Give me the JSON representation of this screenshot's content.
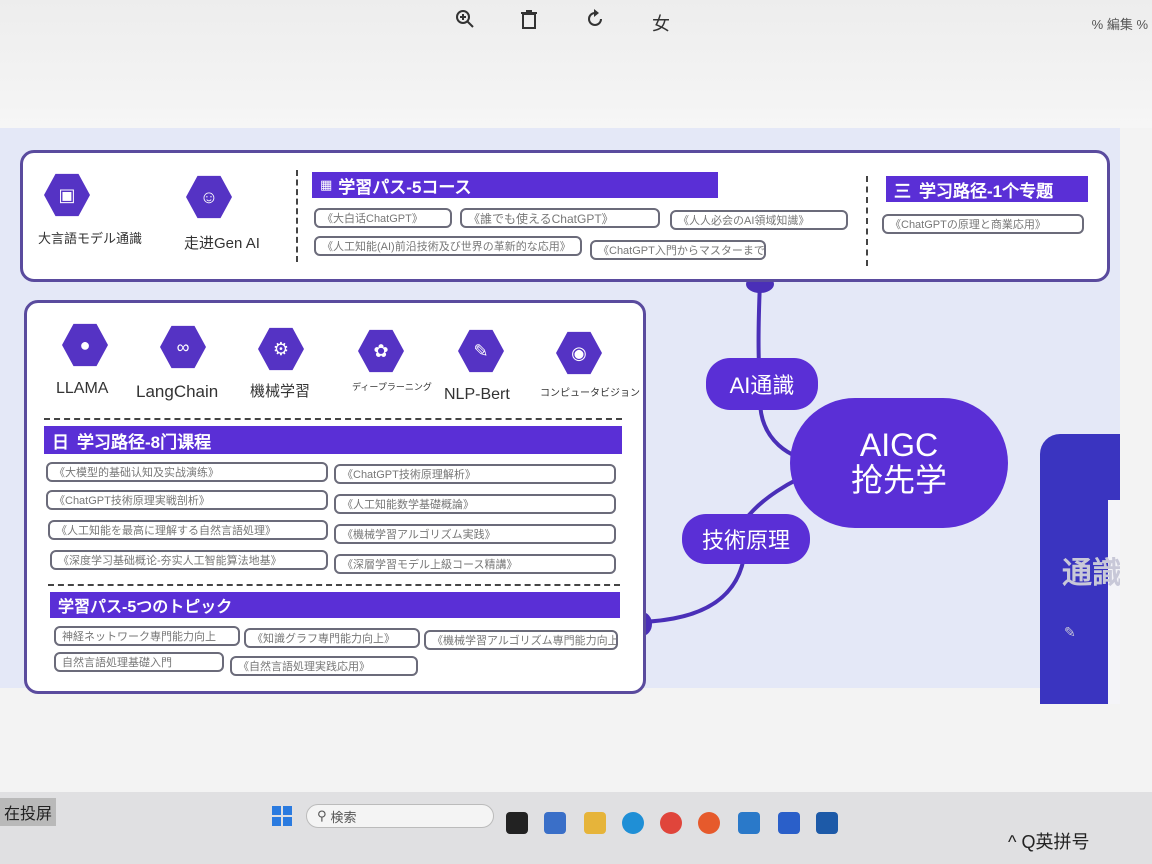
{
  "toolbar": {
    "icons": [
      "zoom-in-icon",
      "trash-icon",
      "rotate-icon",
      "text-icon"
    ],
    "text_tool": "女",
    "right_label": "% 編集 %"
  },
  "top_panel": {
    "items": [
      {
        "icon": "cube-icon",
        "label": "大言語モデル通識"
      },
      {
        "icon": "robot-icon",
        "label": "走进Gen AI"
      }
    ],
    "courses_title": "学習パス-5コース",
    "courses": [
      "《大白话ChatGPT》",
      "《誰でも使えるChatGPT》",
      "《人人必会のAI領域知識》",
      "《人工知能(AI)前沿技術及び世界の革新的な応用》",
      "《ChatGPT入門からマスターまで》"
    ],
    "topic_title": "学习路径-1个专题",
    "topic_prefix": "三",
    "topics": [
      "《ChatGPTの原理と商業応用》"
    ]
  },
  "left_panel": {
    "icons": [
      {
        "icon": "network-icon",
        "label": "LLAMA"
      },
      {
        "icon": "link-icon",
        "label": "LangChain"
      },
      {
        "icon": "gear-chip-icon",
        "label": "機械学習"
      },
      {
        "icon": "brain-icon",
        "label": "ディープラーニング"
      },
      {
        "icon": "chat-icon",
        "label": "NLP-Bert"
      },
      {
        "icon": "eye-icon",
        "label": "コンピュータビジョン"
      }
    ],
    "courses_title": "学习路径-8门课程",
    "courses_prefix": "日",
    "courses": [
      "《大模型的基础认知及实战演练》",
      "《ChatGPT技術原理解析》",
      "《ChatGPT技術原理実戦剖析》",
      "《人工知能数学基礎概論》",
      "《人工知能を最高に理解する自然言語処理》",
      "《機械学習アルゴリズム実践》",
      "《深度学习基础概论-夯实人工智能算法地基》",
      "《深層学習モデル上級コース精講》"
    ],
    "topics_title": "学習パス-5つのトピック",
    "topics": [
      "神経ネットワーク専門能力向上",
      "《知識グラフ専門能力向上》",
      "《機械学習アルゴリズム専門能力向上》",
      "自然言語処理基礎入門",
      "《自然言語処理実践応用》"
    ]
  },
  "mindmap": {
    "center_line1": "AIGC",
    "center_line2": "抢先学",
    "branch_top": "AI通識",
    "branch_bottom": "技術原理",
    "right_text": "通識"
  },
  "taskbar": {
    "left_label": "在投屏",
    "search_placeholder": "検索",
    "right_label": "^ Q英拼号"
  },
  "colors": {
    "accent": "#5a2fd6",
    "panel_border": "#5a4b9e",
    "slide_bg": "#e4e8f7"
  }
}
